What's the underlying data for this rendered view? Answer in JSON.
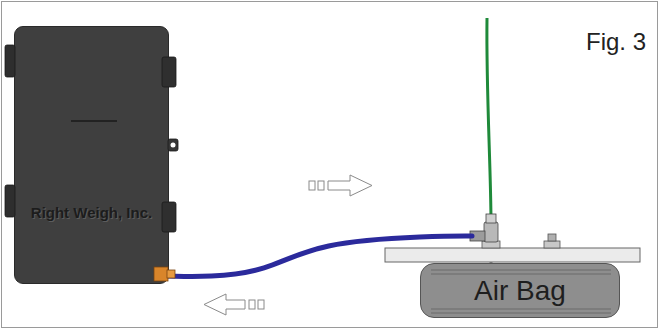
{
  "diagram": {
    "nodes": [
      {
        "text": [
          "Right Weigh, Inc."
        ]
      },
      {
        "text": [
          "Air Bag"
        ]
      }
    ],
    "edges": [
      {
        "from": 0,
        "to": 1,
        "arrow": "none"
      }
    ],
    "labels": [
      "Fig. 3"
    ]
  }
}
